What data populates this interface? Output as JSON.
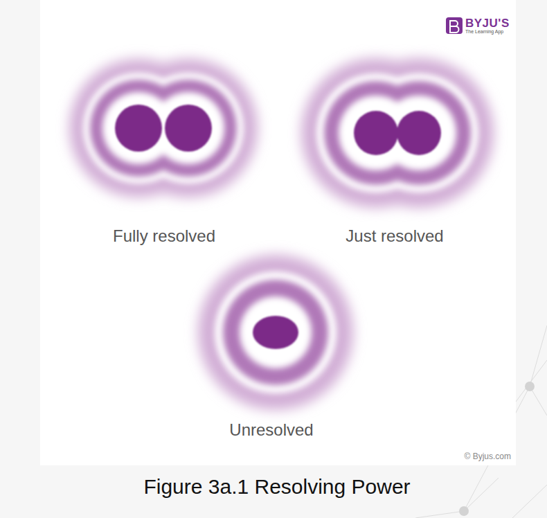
{
  "diagram": {
    "caption": "Figure 3a.1 Resolving Power",
    "labels": [
      "BYJU'S",
      "The Learning App",
      "Fully resolved",
      "Just resolved",
      "Unresolved",
      "© Byjus.com"
    ]
  }
}
